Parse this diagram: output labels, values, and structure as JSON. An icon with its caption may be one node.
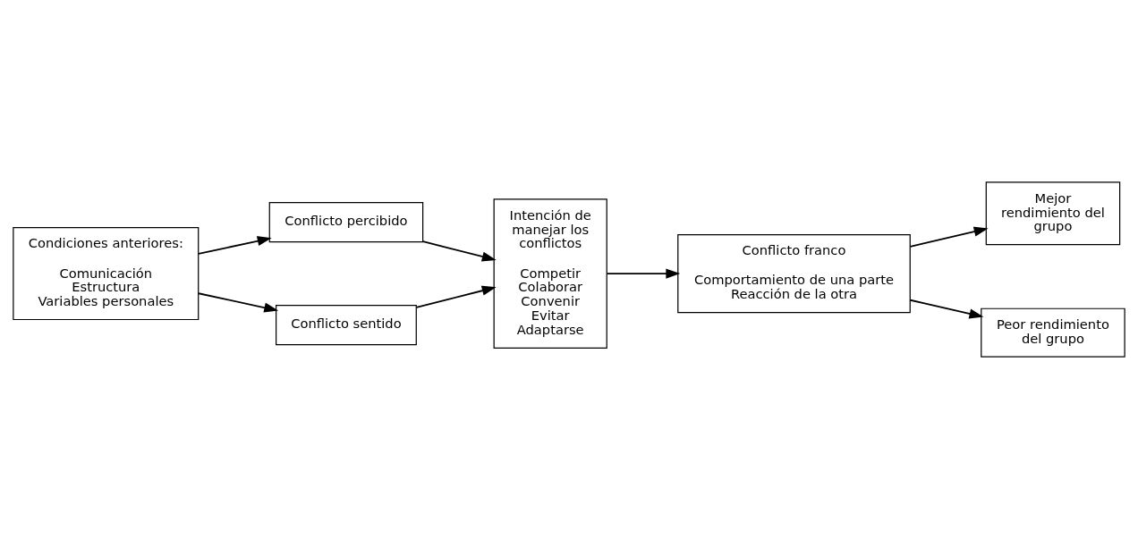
{
  "diagram": {
    "nodes": [
      {
        "text": [
          "Condiciones anteriores:",
          "Comunicación",
          "Estructura",
          "Variables personales"
        ]
      },
      {
        "text": [
          "Conflicto percibido"
        ]
      },
      {
        "text": [
          "Conflicto sentido"
        ]
      },
      {
        "text": [
          "Intención de manejar los conflictos",
          "Competir",
          "Colaborar",
          "Convenir",
          "Evitar",
          "Adaptarse"
        ]
      },
      {
        "text": [
          "Conflicto franco",
          "Comportamiento de una parte",
          "Reacción de la otra"
        ]
      },
      {
        "text": [
          "Mejor rendimiento del grupo"
        ]
      },
      {
        "text": [
          "Peor rendimiento del grupo"
        ]
      }
    ],
    "edges": [
      {
        "from": 0,
        "to": 1,
        "arrow": "to"
      },
      {
        "from": 0,
        "to": 2,
        "arrow": "to"
      },
      {
        "from": 1,
        "to": 3,
        "arrow": "to"
      },
      {
        "from": 2,
        "to": 3,
        "arrow": "to"
      },
      {
        "from": 3,
        "to": 4,
        "arrow": "to"
      },
      {
        "from": 4,
        "to": 5,
        "arrow": "to"
      },
      {
        "from": 4,
        "to": 6,
        "arrow": "to"
      }
    ]
  }
}
